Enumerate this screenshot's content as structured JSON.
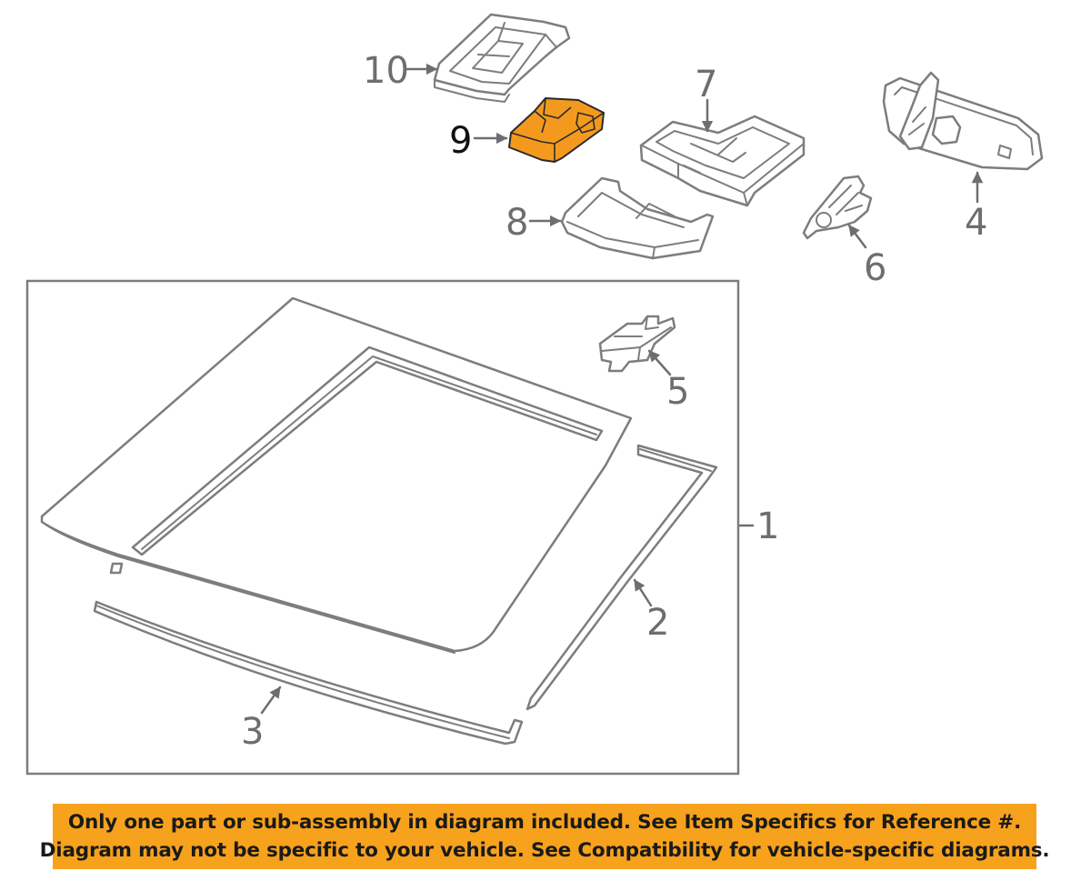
{
  "callouts": {
    "c1": "1",
    "c2": "2",
    "c3": "3",
    "c4": "4",
    "c5": "5",
    "c6": "6",
    "c7": "7",
    "c8": "8",
    "c9": "9",
    "c10": "10"
  },
  "highlighted_part": "9",
  "colors": {
    "highlight_fill": "#f39a1e",
    "line_art": "#7d7d7d",
    "notice_background": "#f7a21c",
    "notice_text": "#1a1a1a"
  },
  "notice": {
    "line1": "Only one part or sub-assembly in diagram included. See Item Specifics for Reference #.",
    "line2": "Diagram may not be specific to your vehicle. See Compatibility for vehicle-specific diagrams."
  }
}
